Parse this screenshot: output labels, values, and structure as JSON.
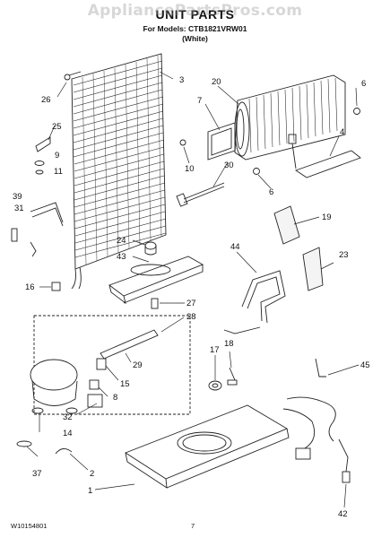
{
  "watermark": "AppliancePartsPros.com",
  "header": {
    "title": "UNIT PARTS",
    "models": "For Models: CTB1821VRW01",
    "color": "(White)"
  },
  "footer": {
    "doc_number": "W10154801",
    "page": "7"
  },
  "callouts": {
    "c1": "1",
    "c2": "2",
    "c3": "3",
    "c4": "4",
    "c6a": "6",
    "c6b": "6",
    "c7": "7",
    "c8": "8",
    "c9": "9",
    "c10": "10",
    "c11": "11",
    "c14": "14",
    "c15": "15",
    "c16": "16",
    "c17": "17",
    "c18": "18",
    "c19": "19",
    "c20": "20",
    "c23": "23",
    "c24": "24",
    "c25": "25",
    "c26": "26",
    "c27": "27",
    "c28": "28",
    "c29": "29",
    "c30": "30",
    "c31": "31",
    "c32": "32",
    "c37": "37",
    "c39": "39",
    "c42": "42",
    "c43": "43",
    "c44": "44",
    "c45": "45"
  }
}
